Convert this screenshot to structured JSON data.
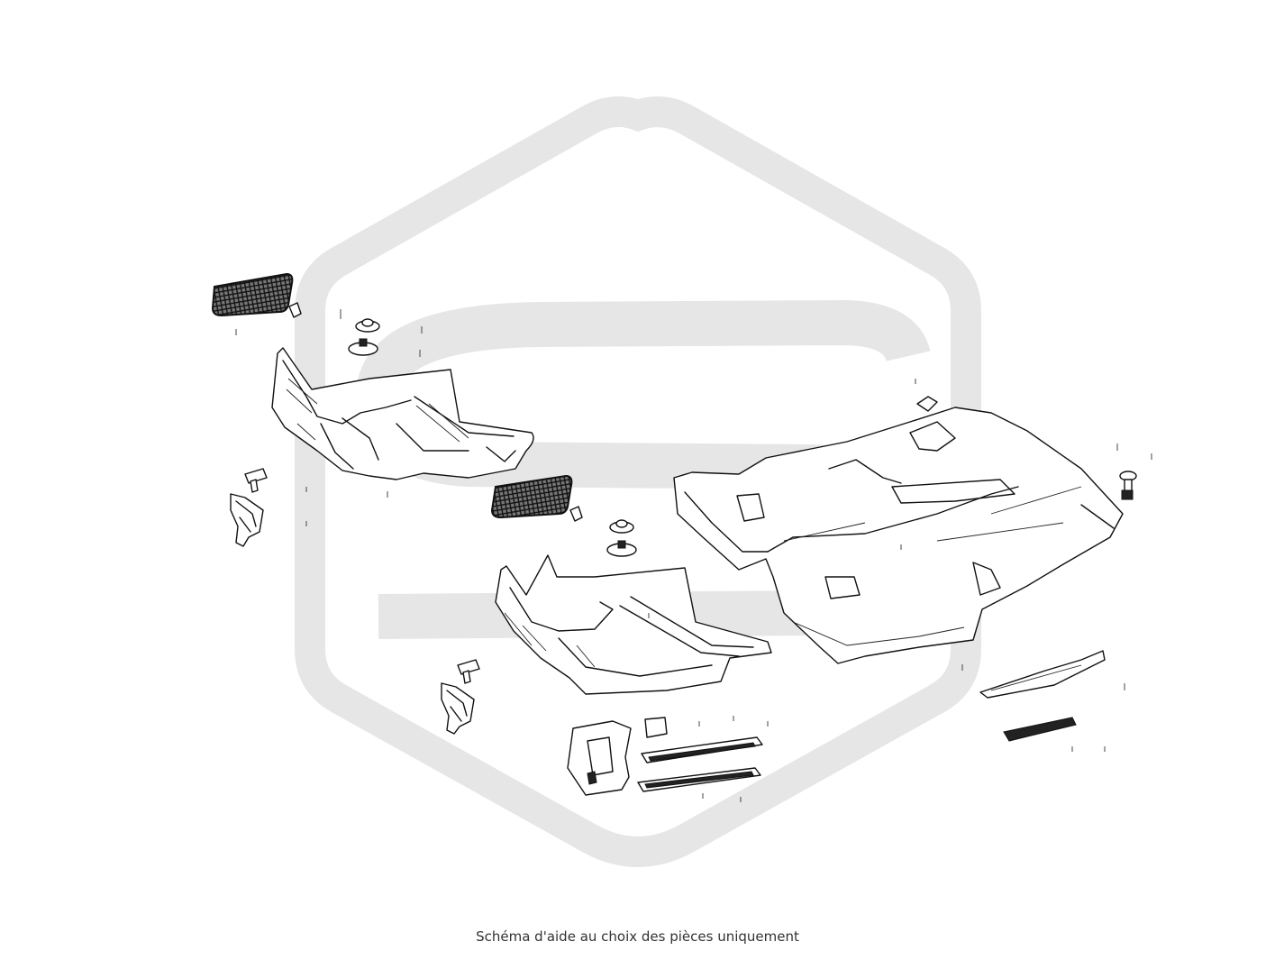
{
  "caption": "Schéma d'aide au choix des pièces uniquement",
  "colors": {
    "background": "#ffffff",
    "watermark": "#e6e6e6",
    "lines": "#111111",
    "caption_text": "#333333"
  },
  "icons": [
    "watermark-logo",
    "part-diagram"
  ]
}
